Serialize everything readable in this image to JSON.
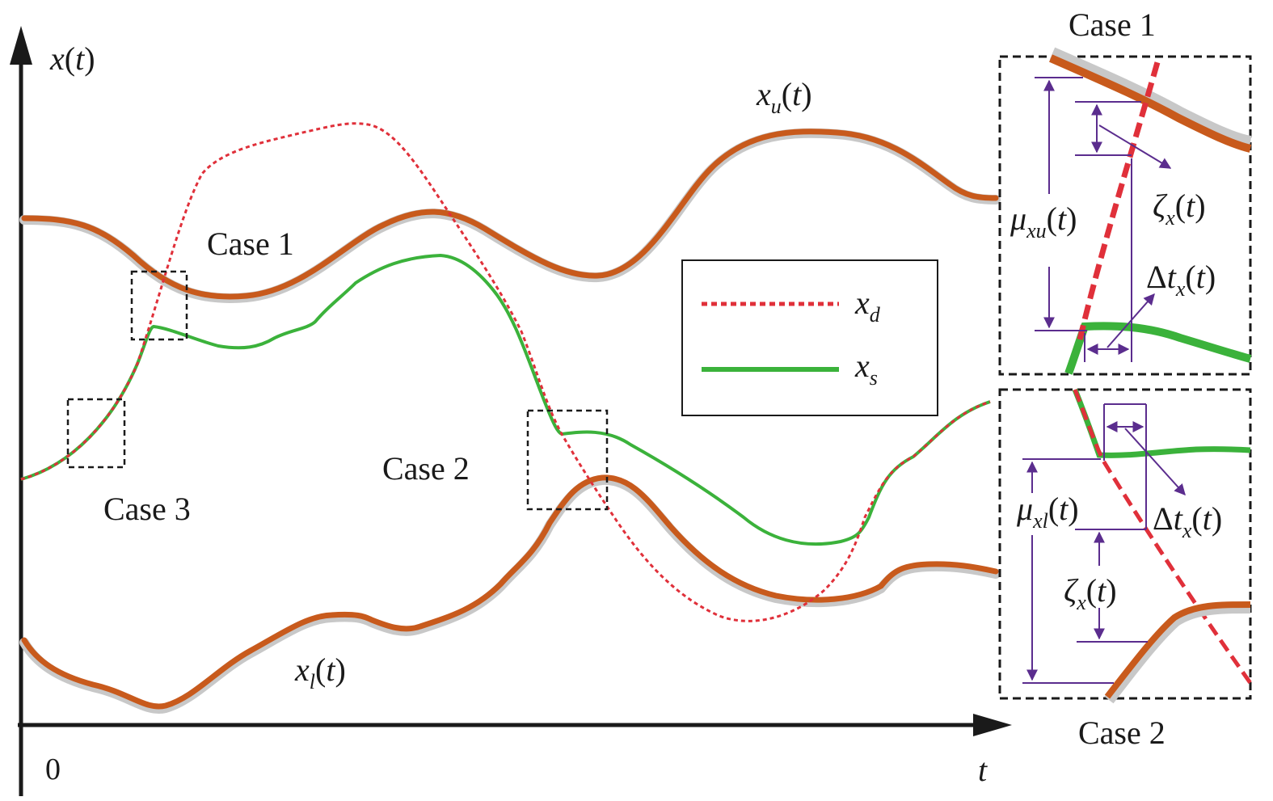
{
  "axes": {
    "y_label": {
      "main": "x",
      "open": "(",
      "arg": "t",
      "close": ")"
    },
    "x_label": "t",
    "origin_label": "0"
  },
  "curves": {
    "upper": {
      "main": "x",
      "sub": "u",
      "open": "(",
      "arg": "t",
      "close": ")",
      "color": "#c85a1c",
      "shadow": "#c8c8c8"
    },
    "lower": {
      "main": "x",
      "sub": "l",
      "open": "(",
      "arg": "t",
      "close": ")",
      "color": "#c85a1c",
      "shadow": "#c8c8c8"
    },
    "desired": {
      "color": "#e0303a"
    },
    "safe": {
      "color": "#3bb23b"
    }
  },
  "legend": {
    "items": [
      {
        "main": "x",
        "sub": "d"
      },
      {
        "main": "x",
        "sub": "s"
      }
    ]
  },
  "cases": {
    "case1": "Case 1",
    "case2": "Case 2",
    "case3": "Case 3"
  },
  "insets": {
    "top": {
      "title": "Case 1",
      "mu": {
        "greek": "μ",
        "sub": "xu",
        "open": "(",
        "arg": "t",
        "close": ")"
      },
      "zeta": {
        "greek": "ζ",
        "sub": "x",
        "open": "(",
        "arg": "t",
        "close": ")"
      },
      "dt": {
        "greek": "Δ",
        "main": "t",
        "sub": "x",
        "open": "(",
        "arg": "t",
        "close": ")"
      }
    },
    "bottom": {
      "title": "Case 2",
      "mu": {
        "greek": "μ",
        "sub": "xl",
        "open": "(",
        "arg": "t",
        "close": ")"
      },
      "zeta": {
        "greek": "ζ",
        "sub": "x",
        "open": "(",
        "arg": "t",
        "close": ")"
      },
      "dt": {
        "greek": "Δ",
        "main": "t",
        "sub": "x",
        "open": "(",
        "arg": "t",
        "close": ")"
      }
    }
  },
  "colors": {
    "annotation": "#5b2d8e",
    "axis": "#1a1a1a",
    "box_dash": "#1a1a1a"
  }
}
